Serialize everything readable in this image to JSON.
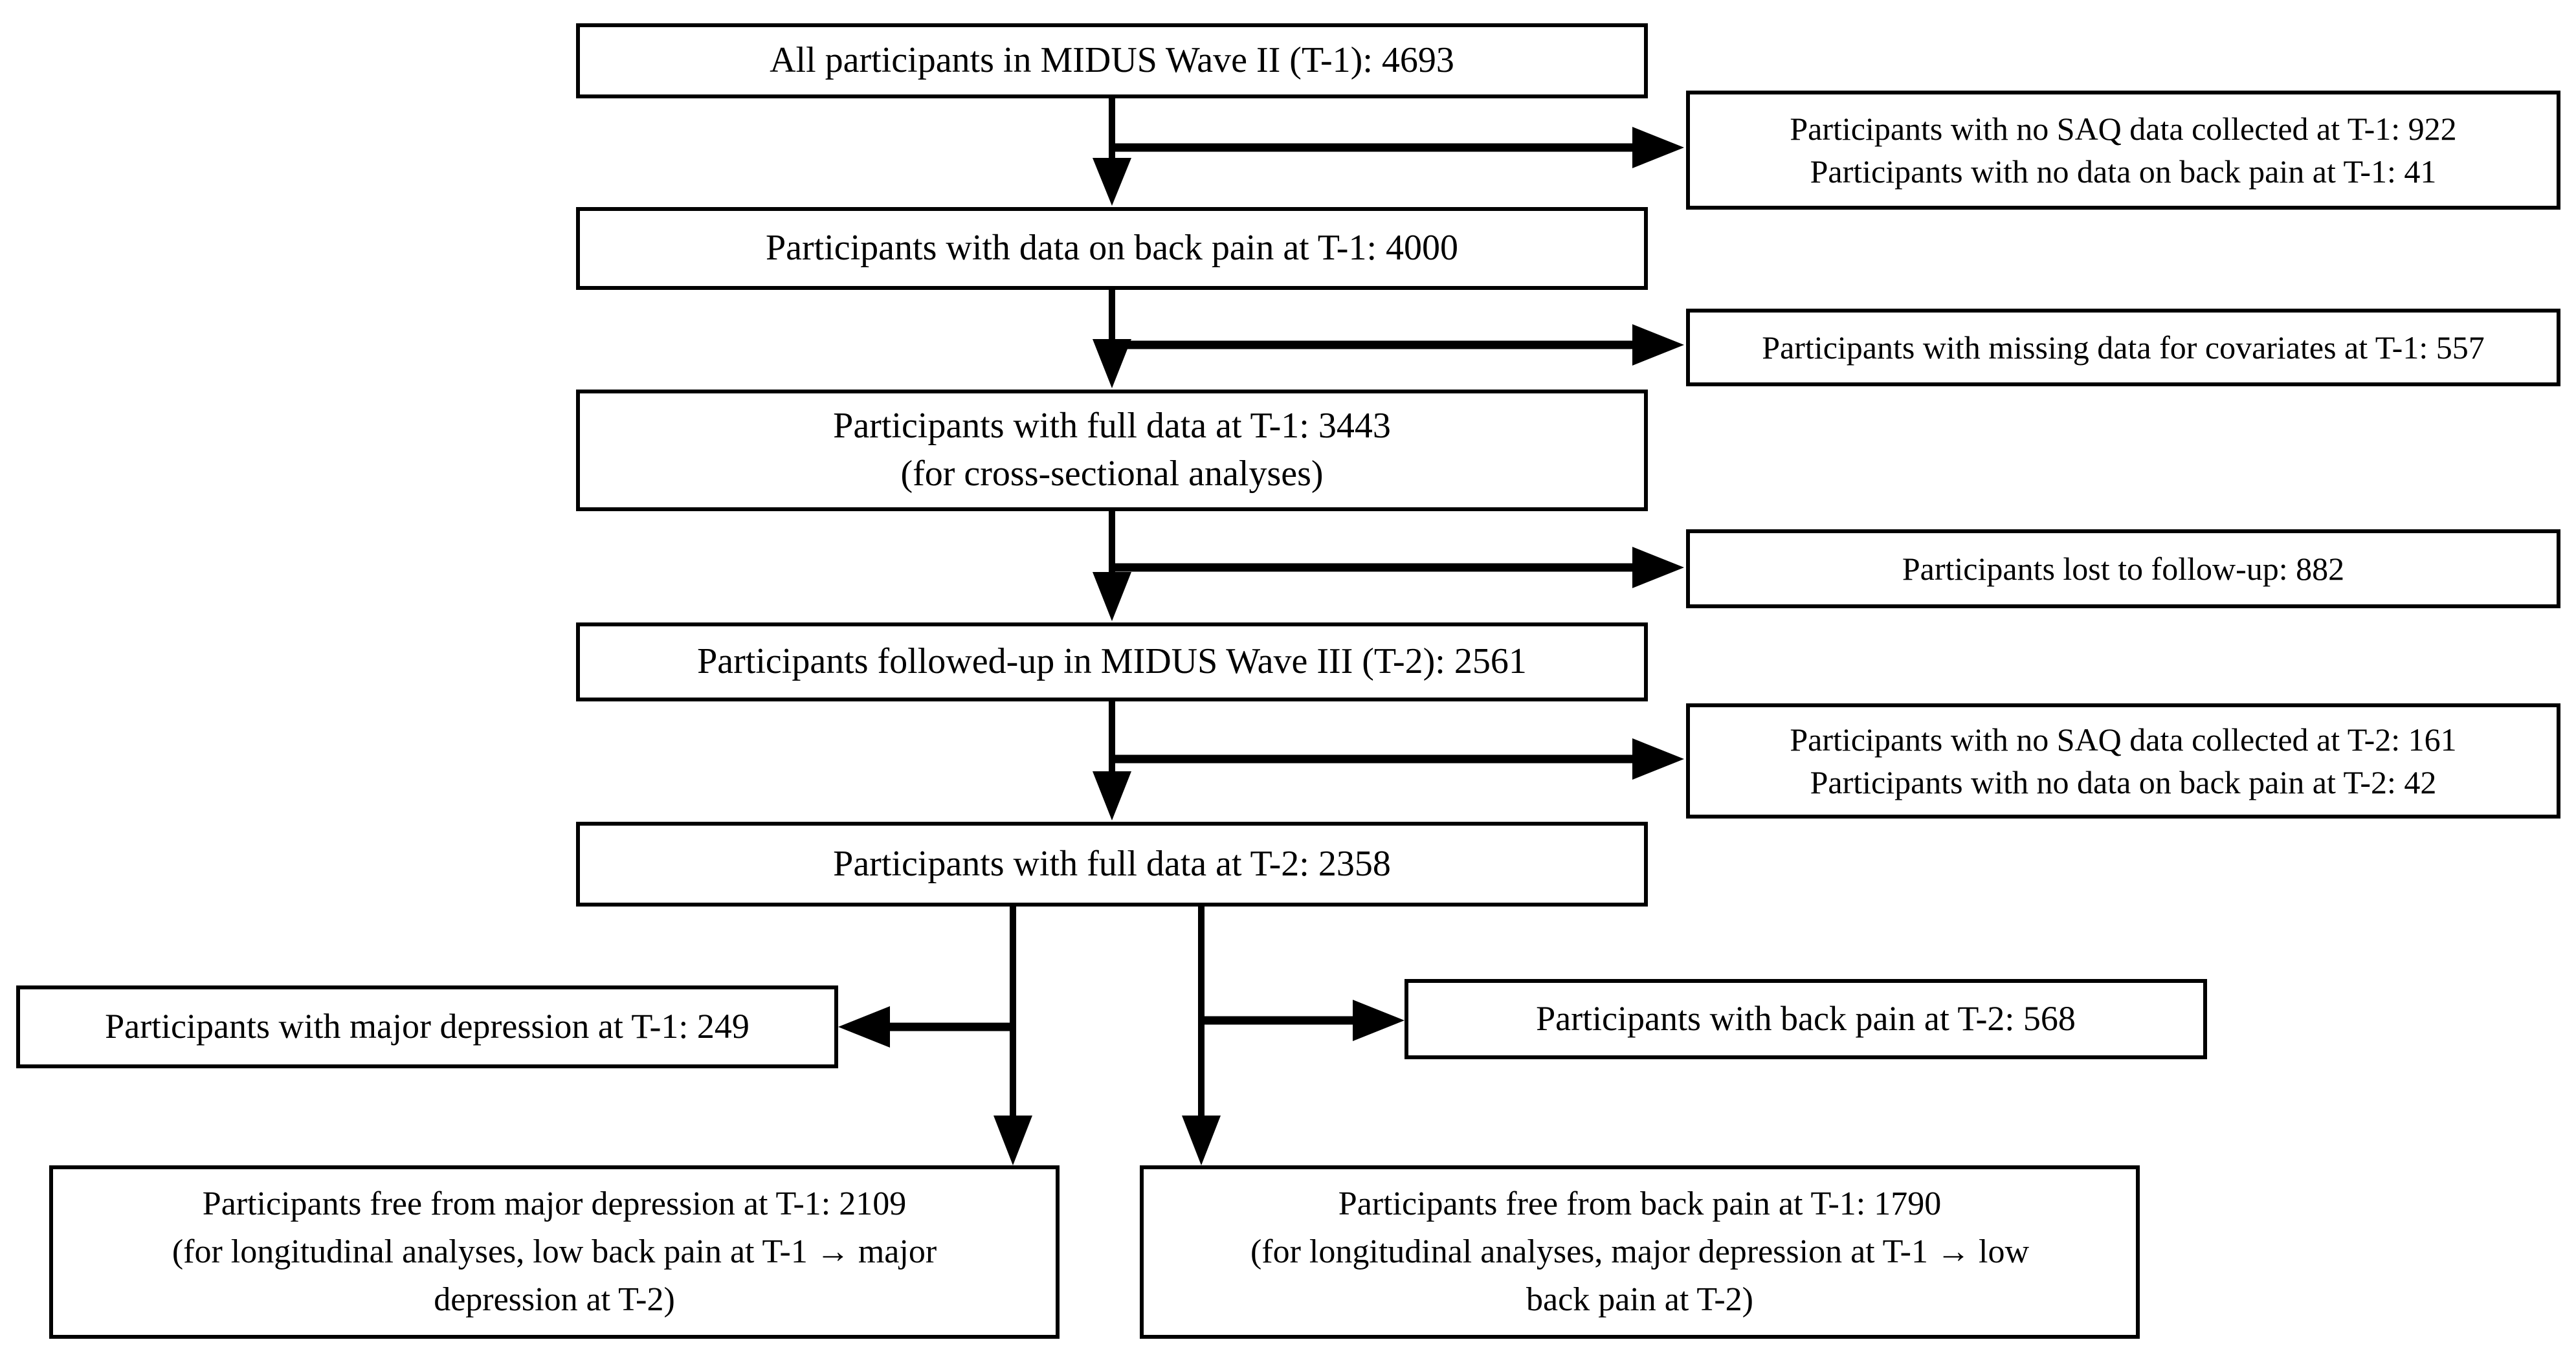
{
  "figure": {
    "background": "#ffffff",
    "line_color": "#000000",
    "text_color": "#000000"
  },
  "boxes": {
    "main1": {
      "line1": "All participants in MIDUS Wave II (T-1): 4693"
    },
    "side1": {
      "line1": "Participants with no SAQ data collected at T-1: 922",
      "line2": "Participants with no data on back pain at T-1: 41"
    },
    "main2": {
      "line1": "Participants with data on back pain at T-1: 4000"
    },
    "side2": {
      "line1": "Participants with missing data for covariates at T-1: 557"
    },
    "main3": {
      "line1": "Participants with full data at T-1: 3443",
      "line2": "(for cross-sectional analyses)"
    },
    "side3": {
      "line1": "Participants lost to follow-up: 882"
    },
    "main4": {
      "line1": "Participants followed-up in MIDUS Wave III (T-2): 2561"
    },
    "side4": {
      "line1": "Participants with no SAQ data collected at T-2: 161",
      "line2": "Participants with no data on back pain at T-2: 42"
    },
    "main5": {
      "line1": "Participants with full data at T-2: 2358"
    },
    "branch_left": {
      "line1": "Participants with major depression at T-1: 249"
    },
    "branch_right": {
      "line1": "Participants with back pain at T-2: 568"
    },
    "bottom_left": {
      "line1": "Participants free from major depression at T-1: 2109",
      "line2": "(for longitudinal analyses, low back pain at T-1 → major",
      "line3": "depression at T-2)"
    },
    "bottom_right": {
      "line1": "Participants free from back pain at T-1: 1790",
      "line2": "(for longitudinal analyses, major depression at T-1 → low",
      "line3": "back pain at T-2)"
    }
  }
}
